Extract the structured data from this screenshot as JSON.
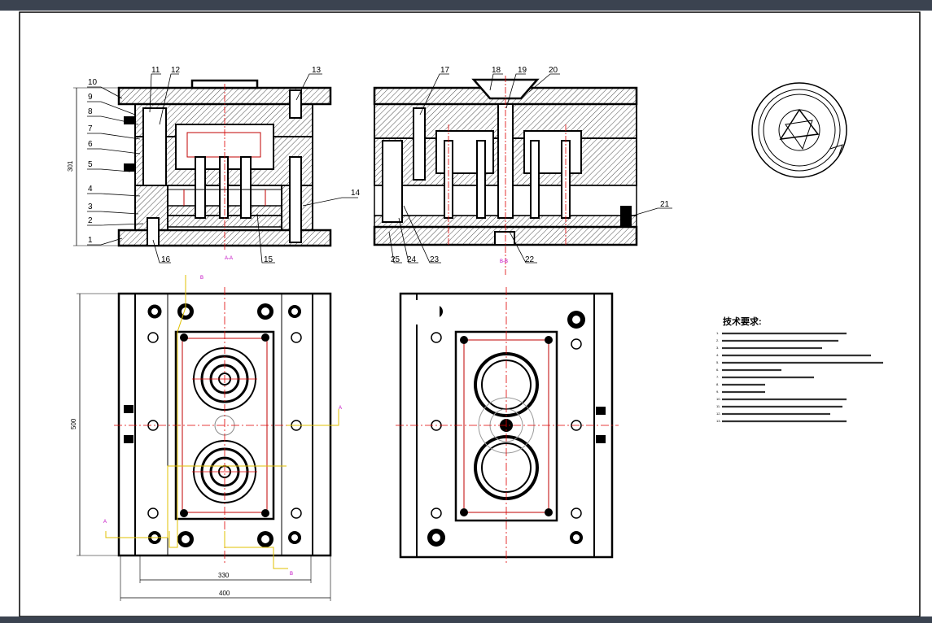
{
  "part_labels": [
    "1",
    "2",
    "3",
    "4",
    "5",
    "6",
    "7",
    "8",
    "9",
    "10",
    "11",
    "12",
    "13",
    "14",
    "15",
    "16",
    "17",
    "18",
    "19",
    "20",
    "21",
    "22",
    "23",
    "24",
    "25"
  ],
  "dimensions": {
    "height_side": "301",
    "length_plan": "500",
    "width_inner": "330",
    "width_outer": "400"
  },
  "section_marks": {
    "left_view": "A-A",
    "right_view": "B-B",
    "cut_a": "A",
    "cut_b": "B"
  },
  "tech_req": {
    "title": "技术要求:",
    "items": [
      "1.",
      "2.",
      "3.",
      "4.",
      "5.",
      "6.",
      "7.",
      "8.",
      "9.",
      "10.",
      "11.",
      "12.",
      "13."
    ]
  },
  "colors": {
    "outline": "#000000",
    "centerline": "#e00000",
    "cut_line": "#e0c000",
    "section_text": "#c000c0",
    "hatch": "#000000"
  }
}
